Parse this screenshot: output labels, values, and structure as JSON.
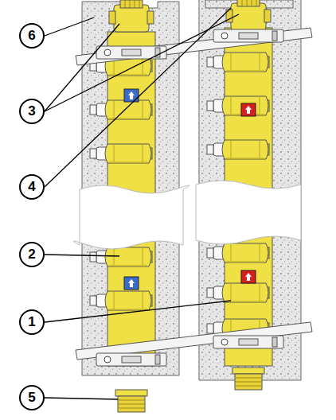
{
  "diagram": {
    "labels": [
      "6",
      "3",
      "4",
      "2",
      "1",
      "5"
    ]
  }
}
